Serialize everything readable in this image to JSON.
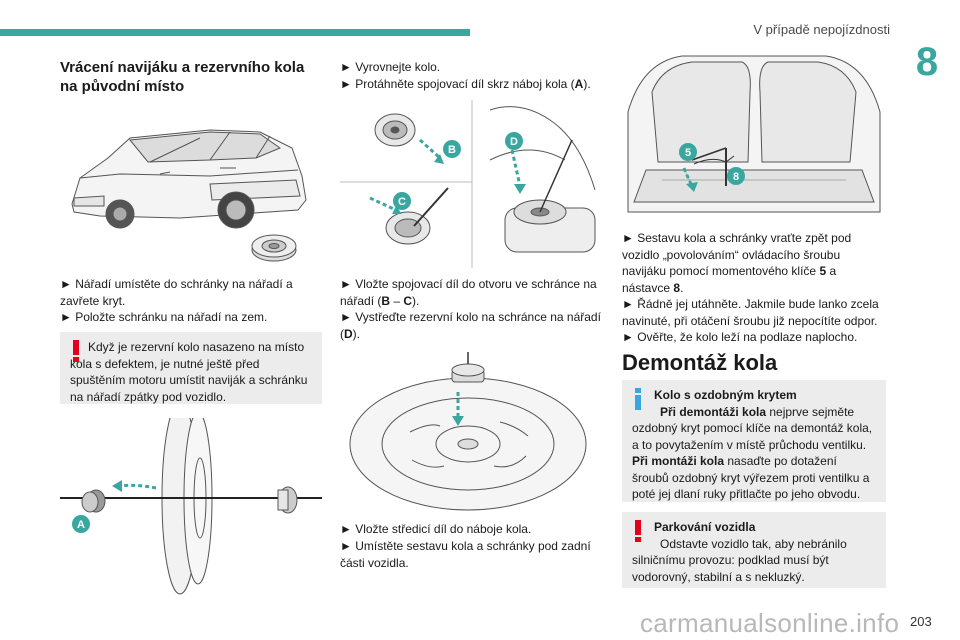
{
  "header": {
    "section_title": "V případě nepojízdnosti",
    "chapter_number": "8"
  },
  "col1": {
    "heading": "Vrácení navijáku a rezervního kola na původní místo",
    "step1": "► Nářadí umístěte do schránky na nářadí a zavřete kryt.",
    "step2": "► Položte schránku na nářadí na zem.",
    "warning_text": "Když je rezervní kolo nasazeno na místo kola s defektem, je nutné ještě před spuštěním motoru umístit naviják a schránku na nářadí zpátky pod vozidlo.",
    "fig_label_a": "A"
  },
  "col2": {
    "step1": "► Vyrovnejte kolo.",
    "step2_pre": "► Protáhněte spojovací díl skrz náboj kola (",
    "step2_bold": "A",
    "step2_post": ").",
    "fig_labels": {
      "b": "B",
      "c": "C",
      "d": "D"
    },
    "step3_pre": "► Vložte spojovací díl do otvoru ve schránce na nářadí (",
    "step3_bold1": "B",
    "step3_mid": " – ",
    "step3_bold2": "C",
    "step3_post": ").",
    "step4_pre": "► Vystřeďte rezervní kolo na schránce na nářadí (",
    "step4_bold": "D",
    "step4_post": ").",
    "step5": "► Vložte středicí díl do náboje kola.",
    "step6": "► Umístěte sestavu kola a schránky pod zadní části vozidla."
  },
  "col3": {
    "fig_labels": {
      "five": "5",
      "eight": "8"
    },
    "step1_pre": "► Sestavu kola a schránky vraťte zpět pod vozidlo „povolováním“ ovládacího šroubu navijáku pomocí momentového klíče ",
    "step1_bold1": "5",
    "step1_mid": " a nástavce ",
    "step1_bold2": "8",
    "step1_post": ".",
    "step2": "► Řádně jej utáhněte. Jakmile bude lanko zcela navinuté, při otáčení šroubu již nepocítíte odpor.",
    "step3": "► Ověřte, že kolo leží na podlaze naplocho.",
    "title": "Demontáž kola",
    "info_heading": "Kolo s ozdobným krytem",
    "info_bold1": "Při demontáži kola",
    "info_text1": " nejprve sejměte ozdobný kryt pomocí klíče na demontáž kola, a to povytažením v místě průchodu ventilku.",
    "info_bold2": "Při montáži kola",
    "info_text2": " nasaďte po dotažení šroubů ozdobný kryt výřezem proti ventilku a poté jej dlaní ruky přitlačte po jeho obvodu.",
    "warn_heading": "Parkování vozidla",
    "warn_text": "Odstavte vozidlo tak, aby nebránilo silničnímu provozu: podklad musí být vodorovný, stabilní a s nekluzký."
  },
  "footer": {
    "page_number": "203",
    "watermark": "carmanualsonline.info"
  },
  "colors": {
    "accent": "#3aa6a0",
    "warning": "#e2001a",
    "info": "#3aa6e0",
    "box": "#ececec"
  },
  "icons": {
    "warning": "exclamation-icon",
    "info": "info-icon"
  }
}
